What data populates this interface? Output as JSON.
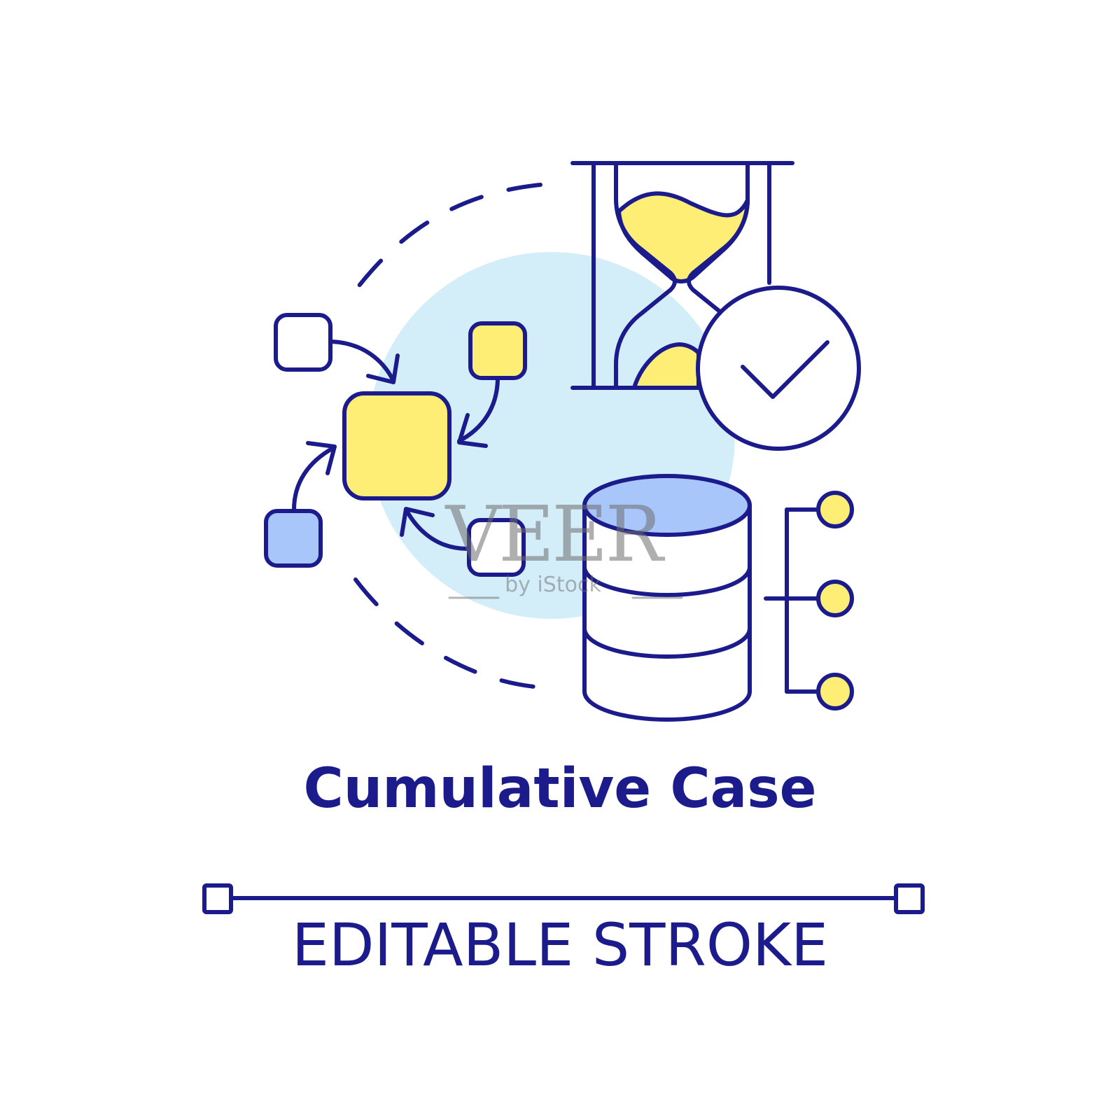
{
  "title": "Cumulative Case",
  "subtitle": "EDITABLE STROKE",
  "watermark": {
    "main": "VEER",
    "sub": "by iStock"
  },
  "colors": {
    "stroke": "#1b1b8c",
    "yellow_fill": "#ffee75",
    "blue_fill": "#a9c6fb",
    "light_blue_circle": "#d3eef9",
    "background": "#ffffff"
  },
  "icons": {
    "hourglass": "hourglass-icon",
    "check": "check-circle-icon",
    "database": "database-icon",
    "network": "connection-nodes-icon",
    "cycle": "cycle-arrows-icon"
  }
}
